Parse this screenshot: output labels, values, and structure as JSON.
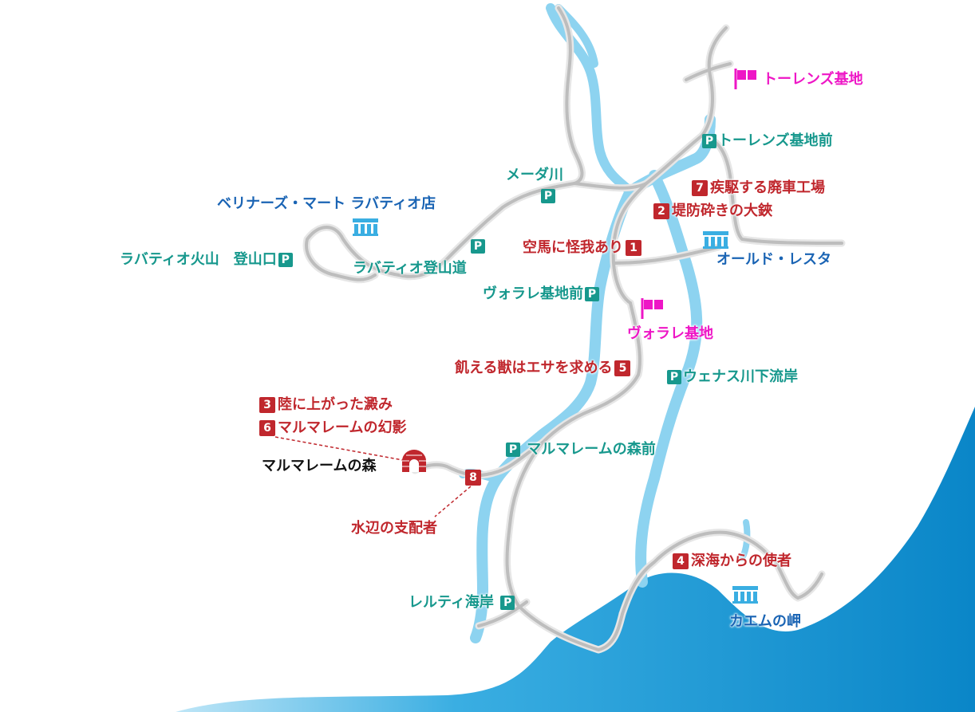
{
  "map": {
    "colors": {
      "road": "#c7c7c7",
      "river": "#8dd3f0",
      "sea": "#0a8fd1",
      "parking": "#17988d",
      "quest": "#c0272d",
      "landmark": "#1a64b4",
      "base": "#ee16c6"
    },
    "bases": [
      {
        "name": "トーレンズ基地",
        "icon": "flag-icon"
      },
      {
        "name": "ヴォラレ基地",
        "icon": "flag-icon"
      }
    ],
    "parking": [
      {
        "name": "トーレンズ基地前",
        "icon": "parking-icon"
      },
      {
        "name": "メーダ川",
        "icon": "parking-icon"
      },
      {
        "name": "ラバティオ火山　登山口",
        "icon": "parking-icon"
      },
      {
        "name": "ラバティオ登山道",
        "icon": "parking-icon"
      },
      {
        "name": "ヴォラレ基地前",
        "icon": "parking-icon"
      },
      {
        "name": "ウェナス川下流岸",
        "icon": "parking-icon"
      },
      {
        "name": "マルマレームの森前",
        "icon": "parking-icon"
      },
      {
        "name": "レルティ海岸",
        "icon": "parking-icon"
      }
    ],
    "landmarks": [
      {
        "name": "ベリナーズ・マート ラバティオ店",
        "icon": "shop-icon"
      },
      {
        "name": "オールド・レスタ",
        "icon": "town-icon"
      },
      {
        "name": "カエムの岬",
        "icon": "town-icon"
      },
      {
        "name": "マルマレームの森",
        "icon": "cave-icon"
      }
    ],
    "quests": [
      {
        "num": "1",
        "name": "空馬に怪我あり"
      },
      {
        "num": "2",
        "name": "堤防砕きの大鋏"
      },
      {
        "num": "3",
        "name": "陸に上がった澱み"
      },
      {
        "num": "4",
        "name": "深海からの使者"
      },
      {
        "num": "5",
        "name": "飢える獣はエサを求める"
      },
      {
        "num": "6",
        "name": "マルマレームの幻影"
      },
      {
        "num": "7",
        "name": "疾駆する廃車工場"
      },
      {
        "num": "8",
        "name": "水辺の支配者"
      }
    ],
    "parking_glyph": "P"
  }
}
